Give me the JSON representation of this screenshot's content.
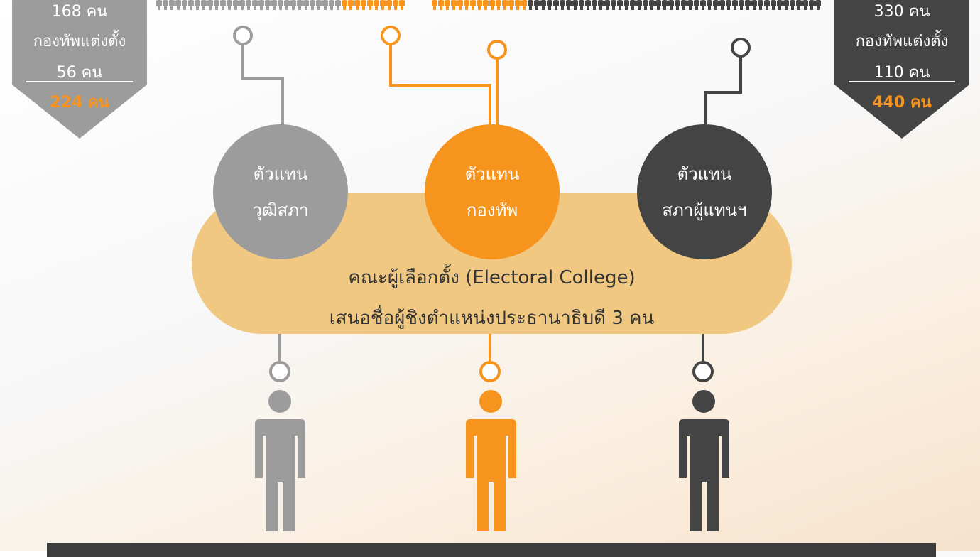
{
  "left_box": {
    "line1": "168 คน",
    "line2": "กองทัพแต่งตั้ง",
    "line3": "56 คน",
    "total": "224 คน"
  },
  "right_box": {
    "line1": "330 คน",
    "line2": "กองทัพแต่งตั้ง",
    "line3": "110 คน",
    "total": "440 คน"
  },
  "circles": {
    "senate": {
      "line1": "ตัวแทน",
      "line2": "วุฒิสภา"
    },
    "army": {
      "line1": "ตัวแทน",
      "line2": "กองทัพ"
    },
    "house": {
      "line1": "ตัวแทน",
      "line2": "สภาผู้แทนฯ"
    }
  },
  "electoral_college": {
    "line1": "คณะผู้เลือกตั้ง (Electoral College)",
    "line2": "เสนอชื่อผู้ชิงตำแหน่งประธานาธิบดี 3 คน"
  },
  "colors": {
    "gray": "#9c9c9c",
    "orange": "#f7941d",
    "dark": "#444444",
    "pill": "#f0c882"
  }
}
